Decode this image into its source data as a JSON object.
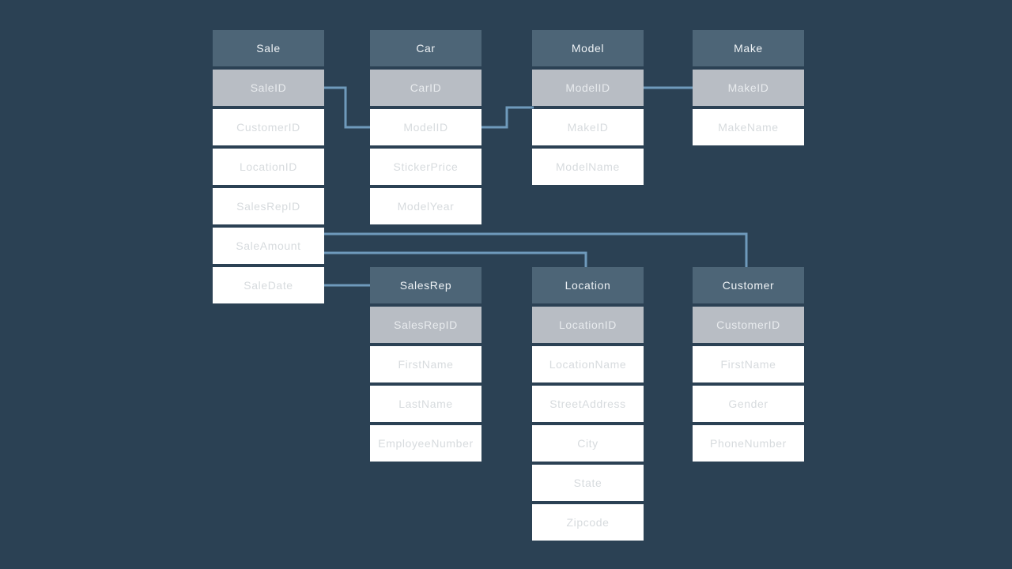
{
  "tables": [
    {
      "name": "Sale",
      "pk": "SaleID",
      "fields": [
        "CustomerID",
        "LocationID",
        "SalesRepID",
        "SaleAmount",
        "SaleDate"
      ]
    },
    {
      "name": "Car",
      "pk": "CarID",
      "fields": [
        "ModelID",
        "StickerPrice",
        "ModelYear"
      ]
    },
    {
      "name": "Model",
      "pk": "ModelID",
      "fields": [
        "MakeID",
        "ModelName"
      ]
    },
    {
      "name": "Make",
      "pk": "MakeID",
      "fields": [
        "MakeName"
      ]
    },
    {
      "name": "SalesRep",
      "pk": "SalesRepID",
      "fields": [
        "FirstName",
        "LastName",
        "EmployeeNumber"
      ]
    },
    {
      "name": "Location",
      "pk": "LocationID",
      "fields": [
        "LocationName",
        "StreetAddress",
        "City",
        "State",
        "Zipcode"
      ]
    },
    {
      "name": "Customer",
      "pk": "CustomerID",
      "fields": [
        "FirstName",
        "Gender",
        "PhoneNumber"
      ]
    }
  ],
  "relationships": [
    {
      "from": "Sale.SaleID",
      "to": "Car.ModelID"
    },
    {
      "from": "Car.ModelID",
      "to": "Model.ModelID"
    },
    {
      "from": "Model.ModelID",
      "to": "Make.MakeID"
    },
    {
      "from": "Sale",
      "to": "Customer"
    },
    {
      "from": "Sale",
      "to": "Location"
    },
    {
      "from": "Sale.SaleDate",
      "to": "SalesRep"
    }
  ],
  "colors": {
    "background": "#2b4154",
    "table_header": "#4d6577",
    "primary_key_row": "#b8bdc4",
    "field_row": "#ffffff",
    "connector_line": "#6f9abc",
    "header_text": "#eef2f5",
    "pk_text": "#e8ebee",
    "field_text": "#d7dbde"
  }
}
